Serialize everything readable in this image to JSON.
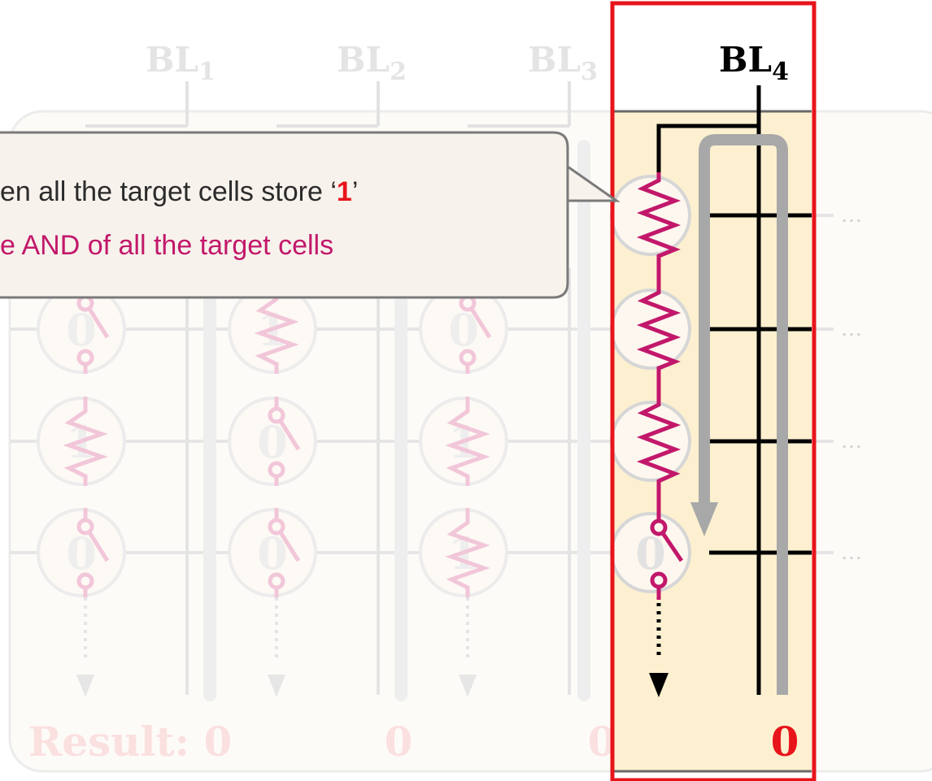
{
  "columns": [
    {
      "bl_base": "BL",
      "bl_sub": "1",
      "result": "Result: 0",
      "cells": [
        "0",
        "1",
        "0"
      ]
    },
    {
      "bl_base": "BL",
      "bl_sub": "2",
      "result": "0",
      "cells": [
        "1",
        "0",
        "0"
      ]
    },
    {
      "bl_base": "BL",
      "bl_sub": "3",
      "result": "0",
      "cells": [
        "0",
        "1",
        "1"
      ]
    },
    {
      "bl_base": "BL",
      "bl_sub": "4",
      "result": "0",
      "cells": [
        "1",
        "1",
        "1",
        "0"
      ]
    }
  ],
  "callout": {
    "line1_prefix": "en all the target cells store ‘",
    "line1_value": "1",
    "line1_suffix": "’",
    "line2": "e AND of all the target cells"
  },
  "ellipsis": "…",
  "colors": {
    "accent_red": "#e8141b",
    "resistor": "#c2186b",
    "highlight_bg": "#fdf0d0",
    "panel_bg": "#fdfbf7",
    "current_arrow": "#a8a8a8"
  }
}
